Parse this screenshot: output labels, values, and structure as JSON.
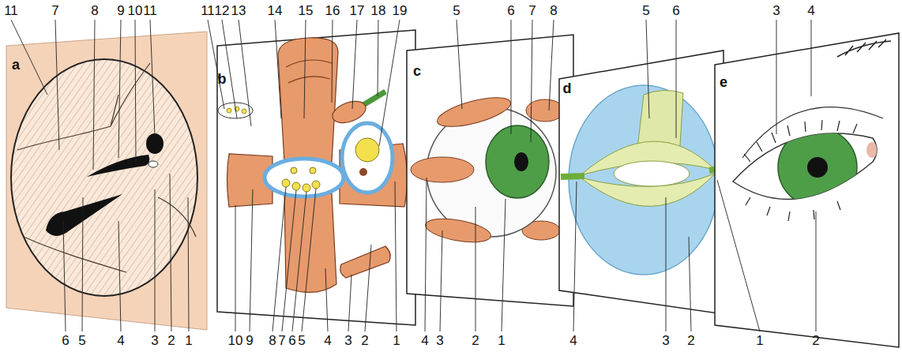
{
  "diagram": {
    "labels": [
      "11",
      "7",
      "8",
      "9",
      "10",
      "11",
      "11",
      "12",
      "13",
      "14",
      "15",
      "16",
      "17",
      "18",
      "19",
      "5",
      "6",
      "7",
      "8",
      "5",
      "6",
      "3",
      "4",
      "a",
      "b",
      "c",
      "d",
      "e",
      "6",
      "5",
      "4",
      "3",
      "2",
      "1",
      "10",
      "9",
      "8",
      "7",
      "6",
      "5",
      "4",
      "3",
      "2",
      "1",
      "4",
      "3",
      "2",
      "1",
      "4",
      "3",
      "2",
      "1",
      "2"
    ]
  }
}
